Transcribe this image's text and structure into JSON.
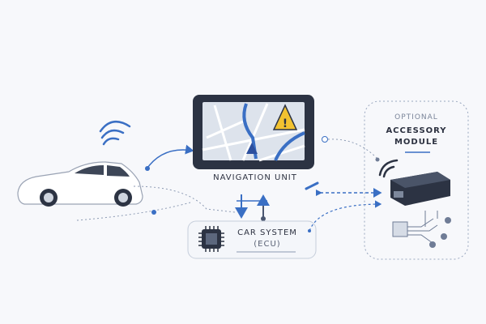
{
  "navigation_unit": {
    "label": "NAVIGATION UNIT"
  },
  "car_system": {
    "title": "CAR SYSTEM",
    "subtitle": "(ECU)"
  },
  "accessory": {
    "optional": "OPTIONAL",
    "title_line1": "ACCESSORY",
    "title_line2": "MODULE"
  },
  "colors": {
    "accent": "#3a6fc4",
    "dark": "#2c3343",
    "warning": "#f2c230",
    "bg": "#f7f8fb"
  }
}
